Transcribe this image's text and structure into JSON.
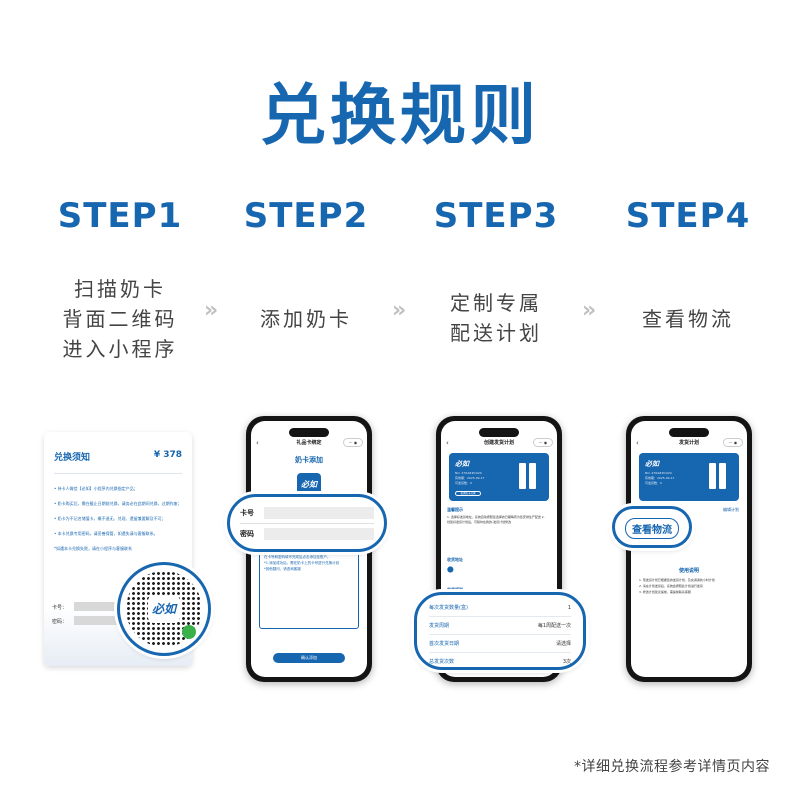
{
  "title": "兑换规则",
  "steps": [
    {
      "label": "STEP1",
      "desc": "扫描奶卡\n背面二维码\n进入小程序"
    },
    {
      "label": "STEP2",
      "desc": "添加奶卡"
    },
    {
      "label": "STEP3",
      "desc": "定制专属\n配送计划"
    },
    {
      "label": "STEP4",
      "desc": "查看物流"
    }
  ],
  "separator": "»",
  "card1": {
    "heading": "兑换须知",
    "price": "¥ 378",
    "lines": [
      "• 持卡人微信【必如】小程序内兑换指定产品；",
      "• 奶卡购买后，需在截止日期前兑换，请务必在此期间兑换，过期作废；",
      "• 奶卡为不记名储值卡，概不退无、兑现、遗留兼要解及不可；",
      "• 本卡兑换专用密码，请妥善保管，如遗失请与客服联系。",
      "*如遇本卡兑换失败，请在小程序与客服联系"
    ],
    "card_no_label": "卡号：",
    "password_label": "密码："
  },
  "qr": {
    "logo": "必如"
  },
  "phone2": {
    "nav_title": "礼品卡绑定",
    "page_title": "奶卡添加",
    "logo": "必如",
    "tips": "温馨提示\n*请输入奶卡背面刮开的卡号和密码，完成添加的卡片,请在卡号和密码填写完成后点击添加至账户。\n*1.添加成功后，需在奶卡上的卡号进行兑换计划\n*其他疑问，请咨询客服",
    "confirm": "确认添加",
    "field_card": "卡号",
    "field_pass": "密码"
  },
  "phone3": {
    "nav_title": "创建发货计划",
    "card_logo": "必如",
    "card_info": "NO. 4764##1020\n有效期：2025-09-17\n可发货数：0",
    "card_btn": "更换奶卡兑换",
    "section1": "温馨提示",
    "section1_text": "1. 选择好发货地址，系统自动按照您选择的日期每周为您安排生产配送\n2. 创建好发货计划后，可随时在我的-发货计划修改",
    "section2": "收货地址",
    "section3": "发货规则",
    "rows": [
      {
        "label": "每次发货数量(盒)",
        "value": "1"
      },
      {
        "label": "发货周期",
        "value": "每1周配送一次"
      },
      {
        "label": "首次发货日期",
        "value": "请选择"
      },
      {
        "label": "总发货次数",
        "value": "3次"
      }
    ]
  },
  "phone4": {
    "nav_title": "发货计划",
    "plan_label": "编辑计划",
    "card_logo": "必如",
    "card_info": "NO. 4764##1020\n有效期：2025-09-17\n可发货数：0",
    "logistics_btn": "查看物流",
    "section": "使用说明",
    "notes": "1. 现发货计划已根据您的发货计划，及充满满的小时计划\n2. 请在计划发货后，系统会按照此计划进行发货\n3. 修改计划建议提前，需提前联系客服"
  },
  "footnote": "*详细兑换流程参考详情页内容",
  "colors": {
    "accent": "#1766b0",
    "text": "#444444"
  }
}
